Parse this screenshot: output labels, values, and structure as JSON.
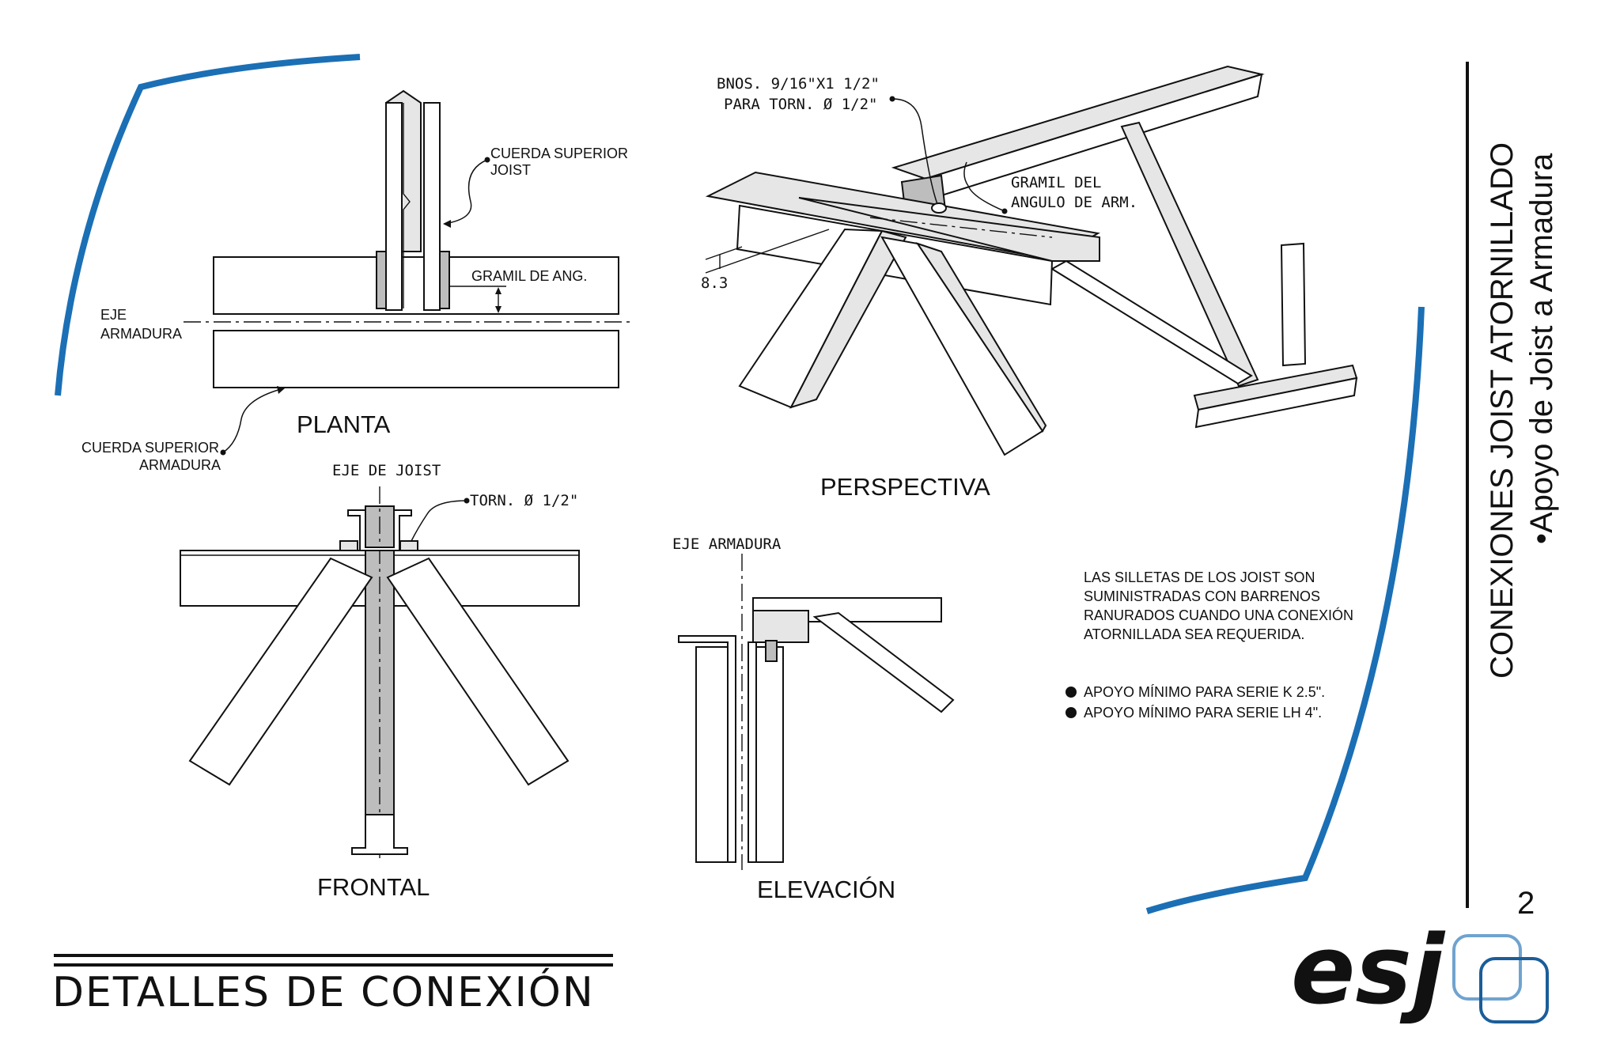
{
  "sheet": {
    "side_title": "CONEXIONES JOIST ATORNILLADO",
    "side_subtitle": "•Apoyo de Joist a Armadura",
    "page_number": "2",
    "footer_title": "DETALLES DE CONEXIÓN",
    "logo_text": "esj",
    "accent_color": "#1b6fb5"
  },
  "views": {
    "planta": {
      "title": "PLANTA",
      "labels": {
        "cuerda_superior_joist_1": "CUERDA SUPERIOR",
        "cuerda_superior_joist_2": "JOIST",
        "gramil": "GRAMIL DE ANG.",
        "eje_1": "EJE",
        "eje_2": "ARMADURA",
        "cuerda_superior_armadura_1": "CUERDA SUPERIOR",
        "cuerda_superior_armadura_2": "ARMADURA"
      }
    },
    "perspectiva": {
      "title": "PERSPECTIVA",
      "labels": {
        "bnos_1": "BNOS. 9/16\"X1 1/2\"",
        "bnos_2": "PARA TORN. Ø 1/2\"",
        "gramil_1": "GRAMIL DEL",
        "gramil_2": "ANGULO DE ARM.",
        "dimension": "8.3"
      }
    },
    "frontal": {
      "title": "FRONTAL",
      "labels": {
        "eje_joist": "EJE DE JOIST",
        "torn": "TORN. Ø 1/2\""
      }
    },
    "elevacion": {
      "title": "ELEVACIÓN",
      "labels": {
        "eje_armadura": "EJE ARMADURA"
      }
    }
  },
  "notes": {
    "paragraph": [
      "LAS SILLETAS DE LOS JOIST SON",
      "SUMINISTRADAS CON BARRENOS",
      "RANURADOS CUANDO UNA CONEXIÓN",
      "ATORNILLADA SEA REQUERIDA."
    ],
    "bullets": [
      "APOYO MÍNIMO PARA SERIE K 2.5\".",
      "APOYO MÍNIMO PARA SERIE LH 4\"."
    ]
  }
}
